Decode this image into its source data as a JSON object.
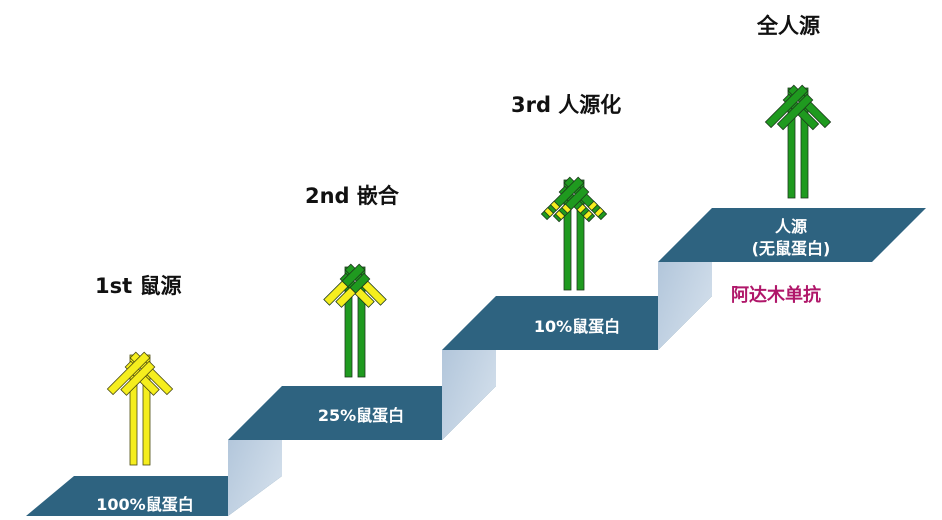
{
  "stages": [
    {
      "title": "1st 鼠源",
      "step_text": "100%鼠蛋白"
    },
    {
      "title": "2nd 嵌合",
      "step_text": "25%鼠蛋白"
    },
    {
      "title": "3rd 人源化",
      "step_text": "10%鼠蛋白"
    },
    {
      "title": "全人源",
      "step_text_line1": "人源",
      "step_text_line2": "(无鼠蛋白)"
    }
  ],
  "drug_name": "阿达木单抗",
  "colors": {
    "mouse": "#f5ee1e",
    "human": "#1f9a1f",
    "step_top": "#2e6380",
    "step_side": "#b7c9dc",
    "drug_name": "#b0176a"
  }
}
